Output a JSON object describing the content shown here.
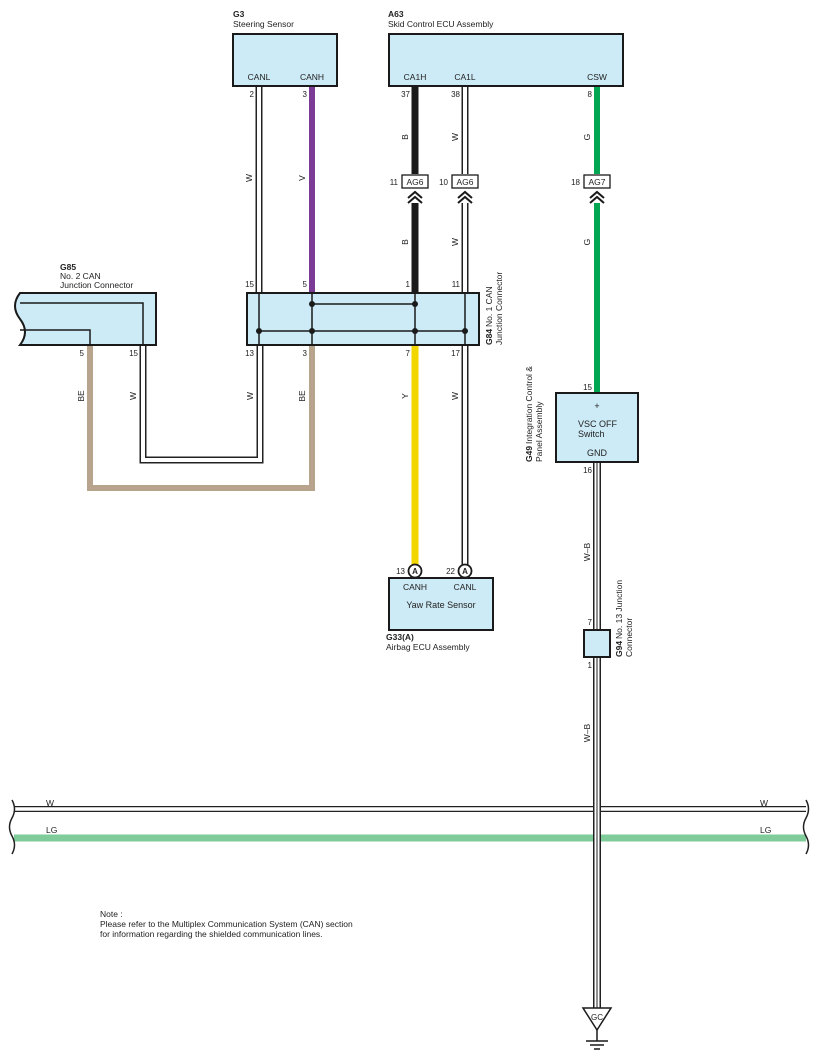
{
  "components": {
    "g3": {
      "code": "G3",
      "name": "Steering Sensor",
      "pin_canl_label": "CANL",
      "pin_canh_label": "CANH",
      "pin_canl_num": "2",
      "pin_canh_num": "3"
    },
    "a63": {
      "code": "A63",
      "name": "Skid Control ECU Assembly",
      "pin_ca1h_label": "CA1H",
      "pin_ca1l_label": "CA1L",
      "pin_csw_label": "CSW",
      "pin_ca1h_num": "37",
      "pin_ca1l_num": "38",
      "pin_csw_num": "8"
    },
    "g85": {
      "code": "G85",
      "name_line1": "No.  2 CAN",
      "name_line2": "Junction Connector",
      "pin_be_num": "5",
      "pin_w_num": "15"
    },
    "g84": {
      "code": "G84",
      "name_line1": "No.  1 CAN",
      "name_line2": "Junction Connector",
      "pin_top_15": "15",
      "pin_top_5": "5",
      "pin_top_1": "1",
      "pin_top_11": "11",
      "pin_bot_13": "13",
      "pin_bot_3": "3",
      "pin_bot_7": "7",
      "pin_bot_17": "17"
    },
    "g49": {
      "code": "G49",
      "name_line1": "Integration Control &",
      "name_line2": "Panel Assembly",
      "label_line1": "VSC OFF",
      "label_line2": "Switch",
      "plus": "+",
      "gnd": "GND",
      "pin_top": "15",
      "pin_bottom": "16"
    },
    "g33": {
      "code": "G33(A)",
      "name": "Airbag ECU Assembly",
      "label": "Yaw Rate Sensor",
      "pin_canh_label": "CANH",
      "pin_canl_label": "CANL",
      "pin_canh_num": "13",
      "pin_canl_num": "22",
      "conn_letter": "A"
    },
    "g94": {
      "code": "G94",
      "name_line1": "No.  13 Junction",
      "name_line2": "Connector",
      "pin_top": "7",
      "pin_bottom": "1"
    }
  },
  "connectors": {
    "ag6_a": {
      "pin": "11",
      "label": "AG6"
    },
    "ag6_b": {
      "pin": "10",
      "label": "AG6"
    },
    "ag7": {
      "pin": "18",
      "label": "AG7"
    }
  },
  "wire_labels": {
    "g3_canl": "W",
    "g3_canh": "V",
    "a63_ca1h_upper": "B",
    "a63_ca1l_upper": "W",
    "a63_csw_upper": "G",
    "a63_ca1h_lower": "B",
    "a63_ca1l_lower": "W",
    "a63_csw_lower": "G",
    "g85_be": "BE",
    "g85_w": "W",
    "g84_13": "W",
    "g84_3": "BE",
    "g84_7": "Y",
    "g84_17": "W",
    "g49_gnd_upper": "W–B",
    "g94_lower": "W–B",
    "bus_w_left": "W",
    "bus_w_right": "W",
    "bus_lg_left": "LG",
    "bus_lg_right": "LG"
  },
  "ground": {
    "label": "GC"
  },
  "note": {
    "line1": "Note :",
    "line2": "Please refer to the Multiplex Communication System (CAN) section",
    "line3": "for information regarding the shielded communication lines."
  },
  "colors": {
    "W": "#ffffff",
    "V": "#7b3a96",
    "B": "#1a1a1a",
    "G": "#00a651",
    "BE": "#b8a48d",
    "Y": "#f2d600",
    "LG": "#7fcc9a",
    "component_fill": "#cdebf6"
  }
}
